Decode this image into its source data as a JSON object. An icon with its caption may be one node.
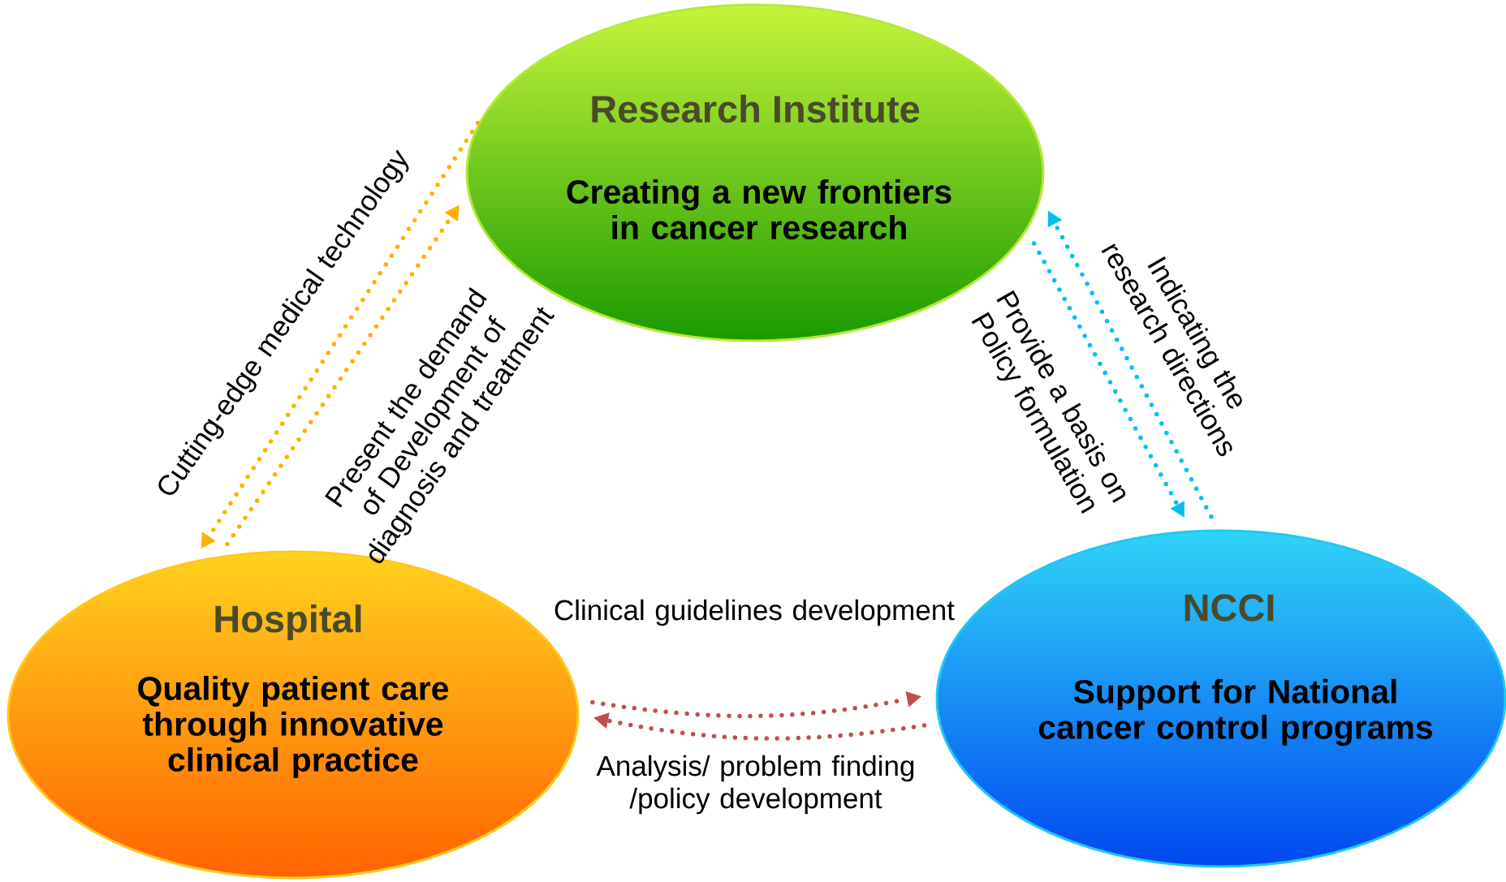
{
  "diagram": {
    "nodes": [
      {
        "text": [
          "Research Institute",
          "Creating a new frontiers in cancer research"
        ]
      },
      {
        "text": [
          "Hospital",
          "Quality patient care through innovative clinical practice"
        ]
      },
      {
        "text": [
          "NCCI",
          "Support for National cancer control programs"
        ]
      }
    ],
    "edges": [
      {
        "from": 0,
        "to": 1,
        "arrow": "to",
        "color": "#ffb000",
        "label": "Cutting-edge medical technology"
      },
      {
        "from": 1,
        "to": 0,
        "arrow": "to",
        "color": "#ffb000",
        "label": "Present the demand of Development of diagnosis and treatment"
      },
      {
        "from": 0,
        "to": 2,
        "arrow": "to",
        "color": "#00c0f0",
        "label": "Provide a basis on Policy formulation"
      },
      {
        "from": 2,
        "to": 0,
        "arrow": "to",
        "color": "#00c0f0",
        "label": "Indicating the research directions"
      },
      {
        "from": 1,
        "to": 2,
        "arrow": "to",
        "color": "#c0504d",
        "label": "Clinical guidelines development"
      },
      {
        "from": 2,
        "to": 1,
        "arrow": "to",
        "color": "#c0504d",
        "label": "Analysis/ problem finding /policy development"
      }
    ]
  }
}
